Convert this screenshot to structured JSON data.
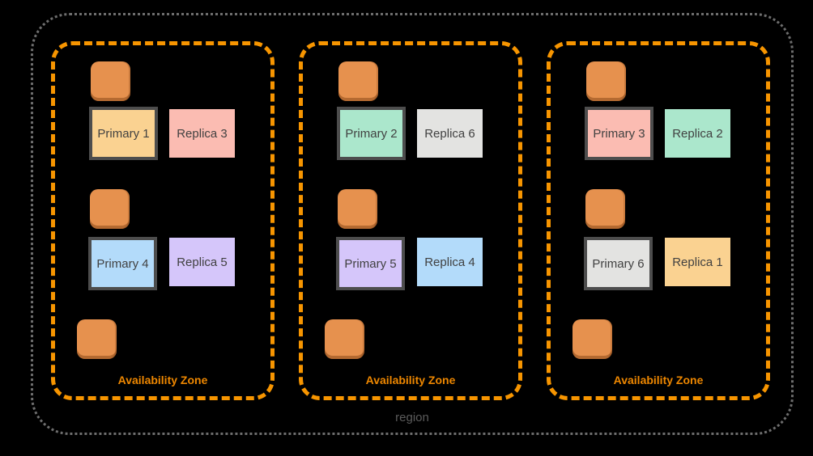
{
  "region": {
    "label": "region"
  },
  "colors": {
    "az_border": "#F79500",
    "az_label_text": "#EE8700",
    "region_border": "#6E6E6E",
    "region_label_text": "#5C5C5C",
    "instance_fill": "#E6914E",
    "instance_shadow": "#C2763B",
    "primary_node_border": "#4D4D4D",
    "node_text": "#414141",
    "background": "#000000"
  },
  "availability_zones": [
    {
      "label": "Availability Zone",
      "rows": [
        {
          "primary": {
            "label": "Primary 1",
            "fill": "#FAD291"
          },
          "replica": {
            "label": "Replica 3",
            "fill": "#FBBCB2"
          }
        },
        {
          "primary": {
            "label": "Primary 4",
            "fill": "#B3DBFA"
          },
          "replica": {
            "label": "Replica 5",
            "fill": "#D5C6FA"
          }
        }
      ]
    },
    {
      "label": "Availability Zone",
      "rows": [
        {
          "primary": {
            "label": "Primary 2",
            "fill": "#ABE7CC"
          },
          "replica": {
            "label": "Replica 6",
            "fill": "#E3E3E1"
          }
        },
        {
          "primary": {
            "label": "Primary 5",
            "fill": "#D5C6FA"
          },
          "replica": {
            "label": "Replica 4",
            "fill": "#B3DBFA"
          }
        }
      ]
    },
    {
      "label": "Availability Zone",
      "rows": [
        {
          "primary": {
            "label": "Primary 3",
            "fill": "#FBBCB2"
          },
          "replica": {
            "label": "Replica 2",
            "fill": "#ABE7CC"
          }
        },
        {
          "primary": {
            "label": "Primary 6",
            "fill": "#E3E3E1"
          },
          "replica": {
            "label": "Replica 1",
            "fill": "#FAD291"
          }
        }
      ]
    }
  ]
}
